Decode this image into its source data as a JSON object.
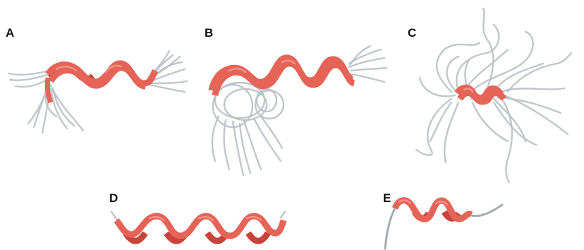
{
  "panels": [
    {
      "label": "A"
    },
    {
      "label": "B"
    },
    {
      "label": "C"
    },
    {
      "label": "D"
    },
    {
      "label": "E"
    }
  ],
  "colors": {
    "helix": "#e56457",
    "helix_shadow": "#c8433a",
    "coil": "#b9c0c6"
  }
}
